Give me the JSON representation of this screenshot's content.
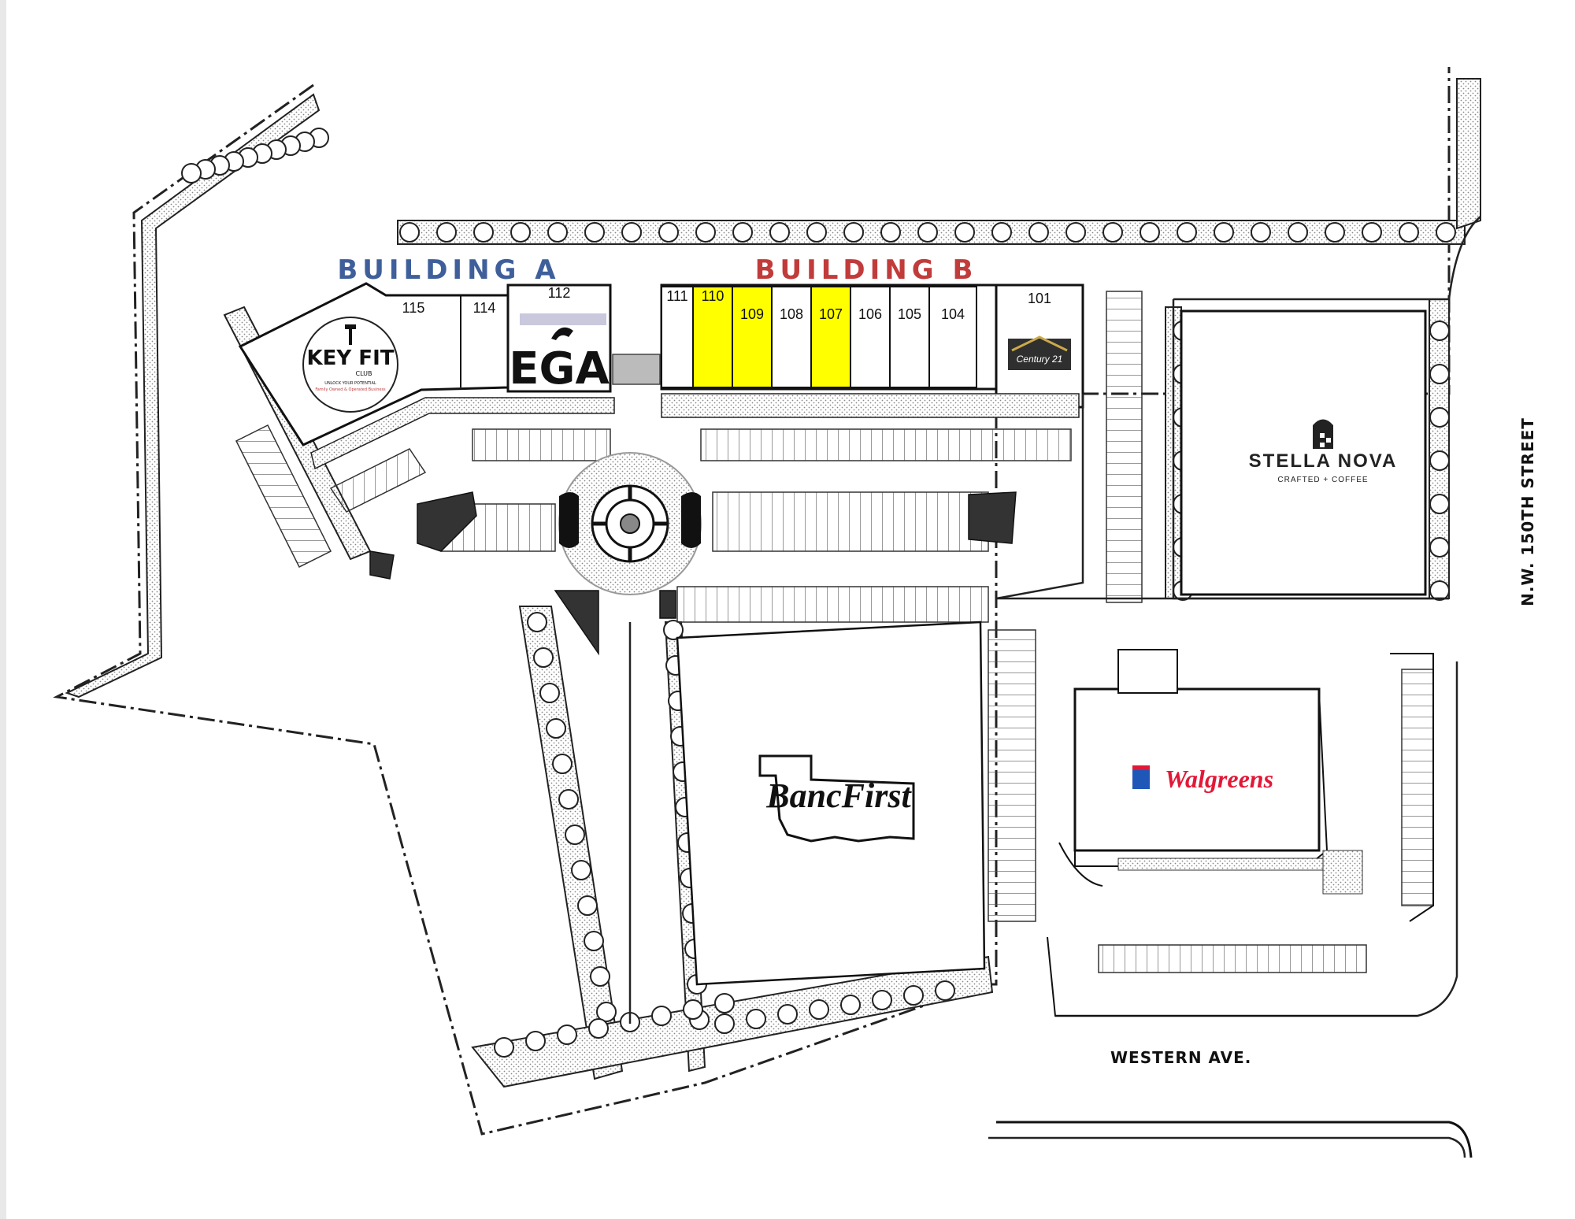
{
  "map": {
    "buildings": [
      {
        "label": "BUILDING A",
        "color": "#3f5f9b"
      },
      {
        "label": "BUILDING B",
        "color": "#c23b3b"
      }
    ],
    "suites": [
      {
        "num": "115"
      },
      {
        "num": "114"
      },
      {
        "num": "112"
      },
      {
        "num": "111"
      },
      {
        "num": "110",
        "highlight": true
      },
      {
        "num": "109",
        "highlight": true
      },
      {
        "num": "108"
      },
      {
        "num": "107",
        "highlight": true
      },
      {
        "num": "106"
      },
      {
        "num": "105"
      },
      {
        "num": "104"
      },
      {
        "num": "101"
      }
    ],
    "highlight_color": "#ffff00",
    "tenants": {
      "keyfit": {
        "name": "KEY FIT",
        "sub": "CLUB",
        "tagline": "UNLOCK YOUR POTENTIAL",
        "tagline2": "Family Owned & Operated Business"
      },
      "ega": {
        "name": "EGA"
      },
      "century21": {
        "name": "Century 21"
      },
      "stella_nova": {
        "name": "STELLA NOVA",
        "tagline": "CRAFTED + COFFEE"
      },
      "bancfirst": {
        "name": "BancFirst"
      },
      "walgreens": {
        "name": "Walgreens",
        "color": "#e31837"
      }
    },
    "streets": {
      "east": "N.W. 150TH STREET",
      "south": "WESTERN AVE."
    }
  }
}
